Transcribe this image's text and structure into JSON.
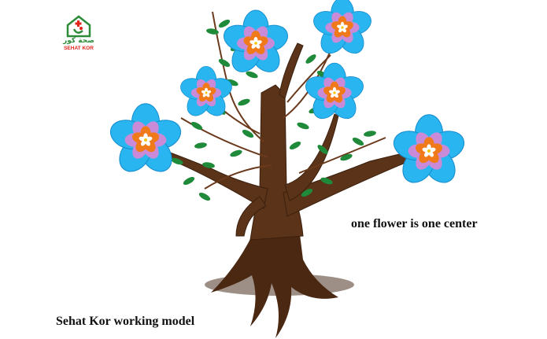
{
  "logo": {
    "arabic": "صحة كور",
    "english": "SEHAT KOR"
  },
  "captions": {
    "flower_note": "one flower is one center",
    "model_title": "Sehat Kor working model"
  },
  "colors": {
    "trunk": "#5b3318",
    "leaf": "#1f8a3a",
    "petal_outer": "#29b6f0",
    "petal_mid": "#c98ad8",
    "petal_inner": "#f07a1a",
    "logo_red": "#e2231a",
    "logo_green": "#2e8b3a"
  }
}
